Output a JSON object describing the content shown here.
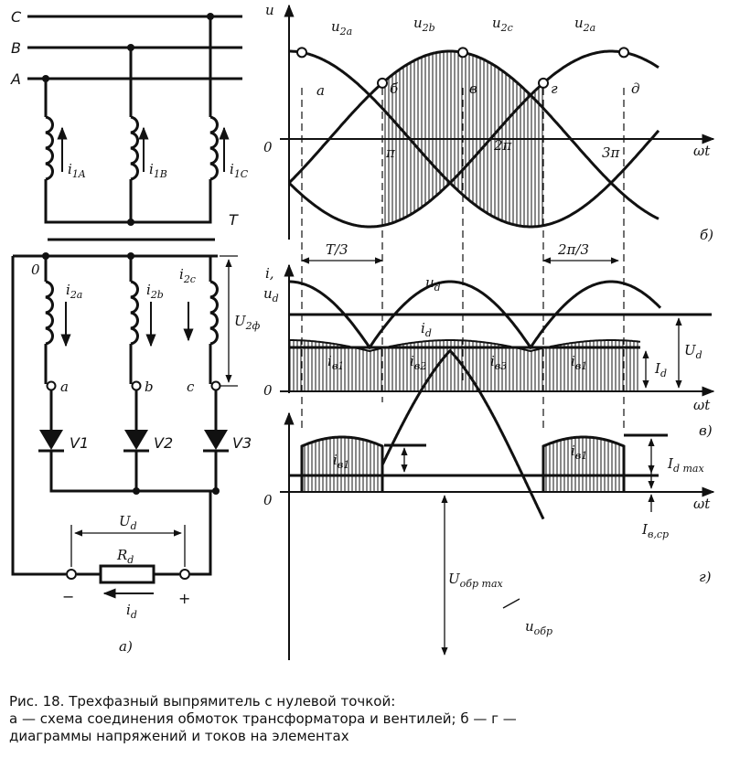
{
  "circuit": {
    "phases": [
      "C",
      "B",
      "A"
    ],
    "currents_primary": [
      "i",
      "1A",
      "i",
      "1B",
      "i",
      "1C"
    ],
    "transformer": "T",
    "neutral": "0",
    "currents_secondary": [
      "i",
      "2a",
      "i",
      "2b",
      "i",
      "2c"
    ],
    "phase_voltage": [
      "U",
      "2ф"
    ],
    "nodes": [
      "a",
      "b",
      "c"
    ],
    "valves": [
      "V1",
      "V2",
      "V3"
    ],
    "load_voltage": [
      "U",
      "d"
    ],
    "load_resistor": [
      "R",
      "d"
    ],
    "minus": "−",
    "plus": "+",
    "load_current": [
      "i",
      "d"
    ],
    "panel_label": "а)"
  },
  "diagram_b": {
    "axis_y": "u",
    "waves": [
      [
        "u",
        "2a"
      ],
      [
        "u",
        "2b"
      ],
      [
        "u",
        "2c"
      ],
      [
        "u",
        "2a"
      ]
    ],
    "points": [
      "а",
      "б",
      "в",
      "г",
      "д"
    ],
    "origin": "0",
    "ticks": [
      "π",
      "2π",
      "3π"
    ],
    "axis_x": "ωt",
    "interval_1": "T/3",
    "interval_2": "2π/3",
    "panel_label": "б)"
  },
  "diagram_v": {
    "axis_y1": "i,",
    "axis_y2": [
      "u",
      "d"
    ],
    "ud_label": [
      "u",
      "d"
    ],
    "id_label": [
      "i",
      "d"
    ],
    "origin": "0",
    "valve_currents": [
      [
        "i",
        "в1"
      ],
      [
        "i",
        "в2"
      ],
      [
        "i",
        "в3"
      ],
      [
        "i",
        "в1"
      ]
    ],
    "Ud": [
      "U",
      "d"
    ],
    "Id": [
      "I",
      "d"
    ],
    "axis_x": "ωt",
    "panel_label": "в)"
  },
  "diagram_g": {
    "origin": "0",
    "valve_currents": [
      [
        "i",
        "в1"
      ],
      [
        "i",
        "в1"
      ]
    ],
    "Idmax": [
      "I",
      "d max"
    ],
    "Ivsr": [
      "I",
      "в,ср"
    ],
    "axis_x": "ωt",
    "Uobr_max": [
      "U",
      "обр max"
    ],
    "uobr": [
      "u",
      "обр"
    ],
    "panel_label": "г)"
  },
  "caption": {
    "title": "Рис. 18. Трехфазный выпрямитель с нулевой точкой:",
    "line1": "а — схема соединения обмоток трансформатора и вентилей; б — г —",
    "line2": "диаграммы напряжений и токов на элементах"
  }
}
